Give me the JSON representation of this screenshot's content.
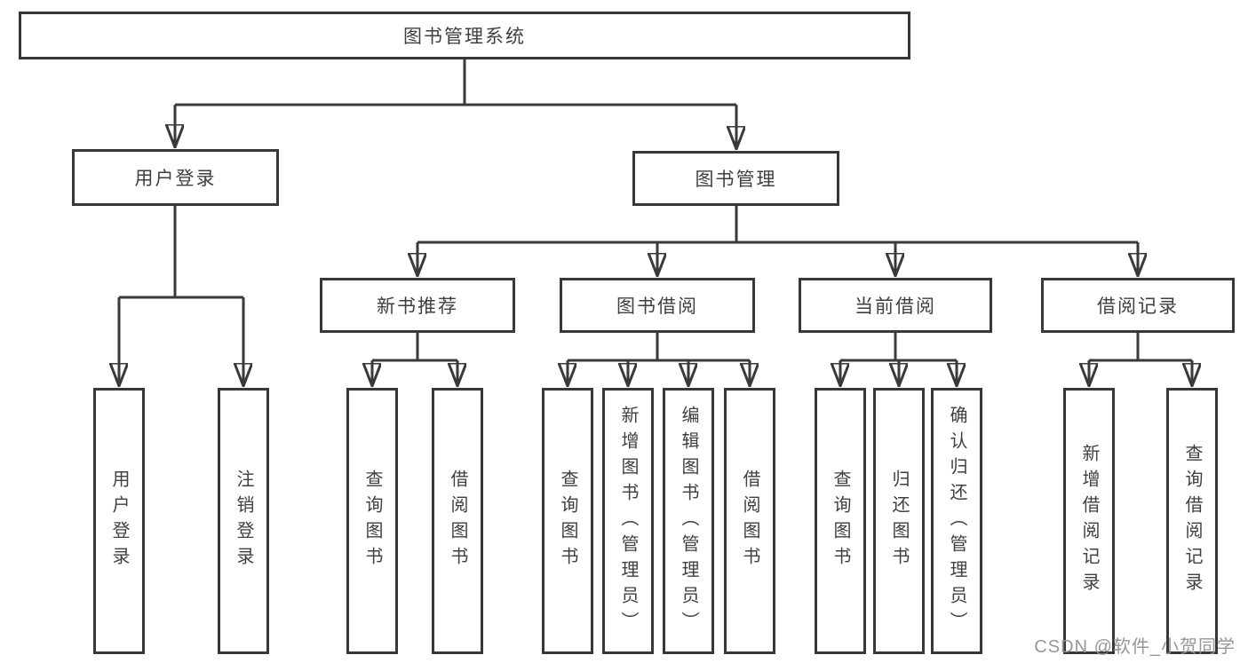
{
  "colors": {
    "line": "#3a3a3c",
    "box_border": "#383838",
    "text": "#3f3f42",
    "watermark": "#919194",
    "background": "#ffffff"
  },
  "diagram": {
    "root": {
      "label": "图书管理系统"
    },
    "level2": [
      {
        "id": "user-login",
        "label": "用户登录",
        "parent": "root"
      },
      {
        "id": "book-management",
        "label": "图书管理",
        "parent": "root"
      }
    ],
    "level3": [
      {
        "id": "new-book-recommendation",
        "label": "新书推荐",
        "parent": "book-management"
      },
      {
        "id": "book-borrowing",
        "label": "图书借阅",
        "parent": "book-management"
      },
      {
        "id": "current-borrowing",
        "label": "当前借阅",
        "parent": "book-management"
      },
      {
        "id": "borrowing-records",
        "label": "借阅记录",
        "parent": "book-management"
      }
    ],
    "leaves": {
      "user_login": [
        {
          "label": "用户登录"
        },
        {
          "label": "注销登录"
        }
      ],
      "new_book_recommendation": [
        {
          "label": "查询图书"
        },
        {
          "label": "借阅图书"
        }
      ],
      "book_borrowing": [
        {
          "label": "查询图书"
        },
        {
          "label": "新增图书（管理员）"
        },
        {
          "label": "编辑图书（管理员）"
        },
        {
          "label": "借阅图书"
        }
      ],
      "current_borrowing": [
        {
          "label": "查询图书"
        },
        {
          "label": "归还图书"
        },
        {
          "label": "确认归还（管理员）"
        }
      ],
      "borrowing_records": [
        {
          "label": "新增借阅记录"
        },
        {
          "label": "查询借阅记录"
        }
      ]
    }
  },
  "watermark": {
    "text": "CSDN @软件_小贺同学"
  }
}
